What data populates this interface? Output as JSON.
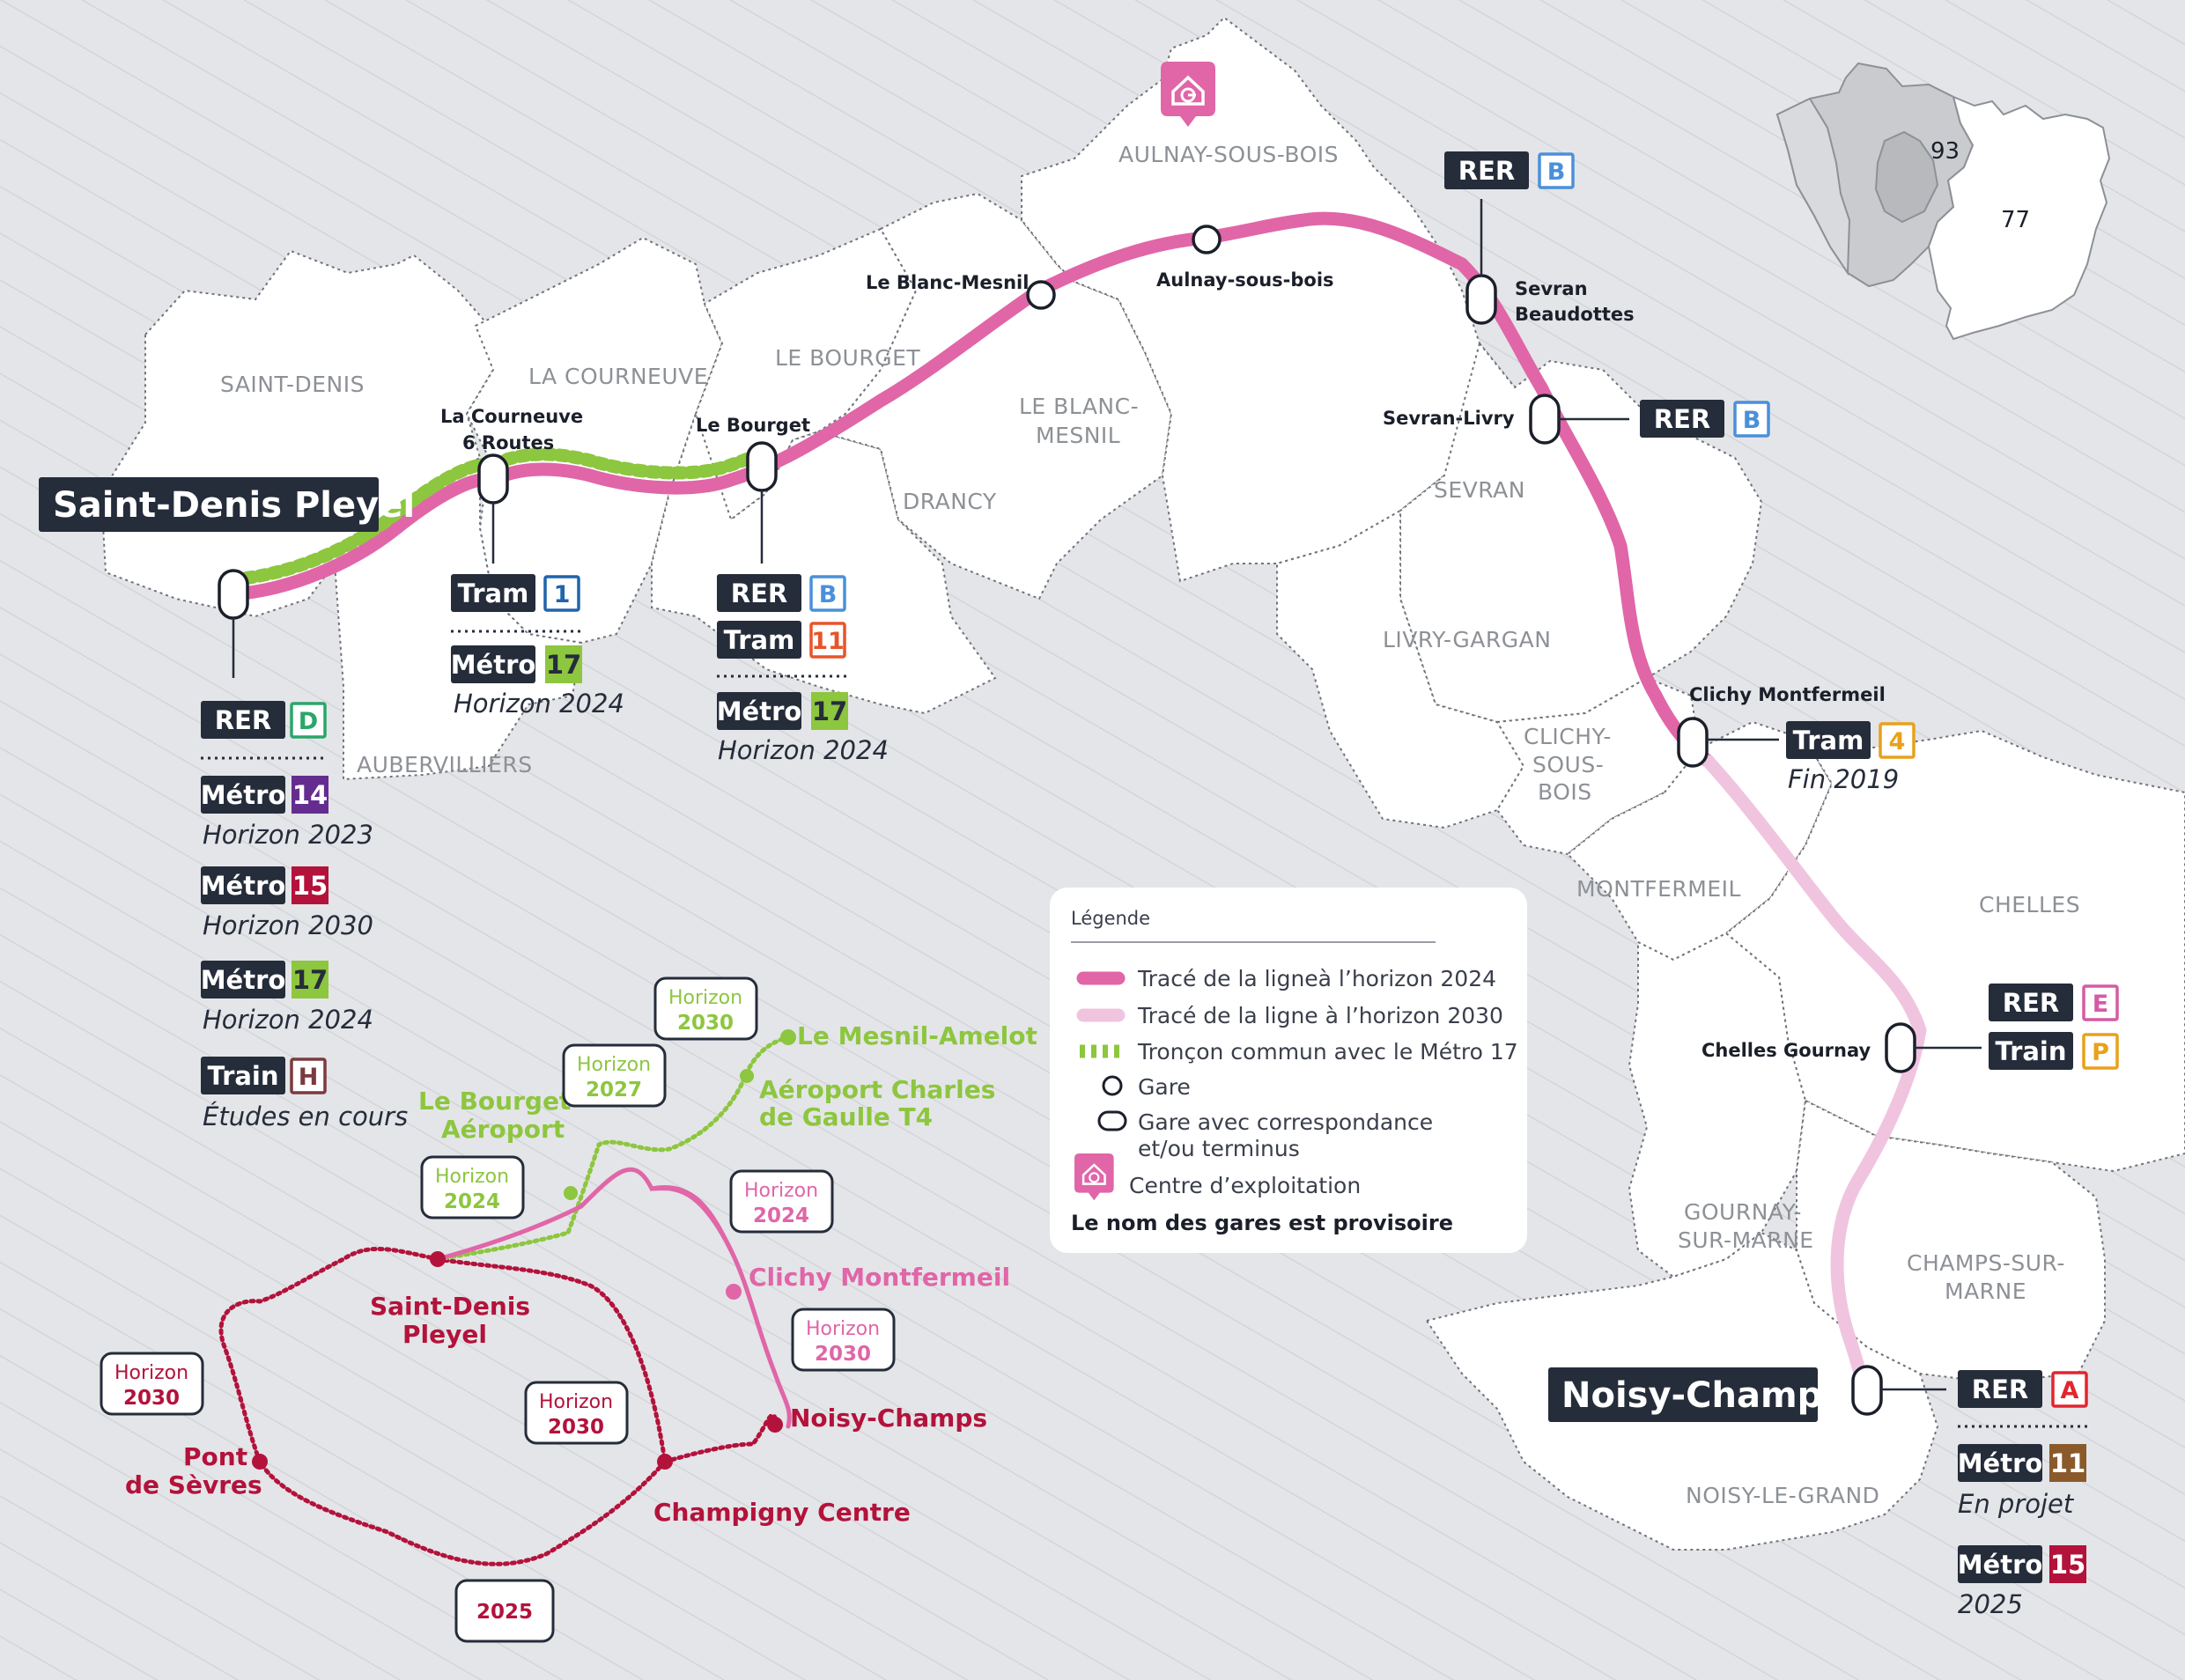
{
  "colors": {
    "line_2024": "#e066a8",
    "line_2030": "#f0c4df",
    "metro17_green": "#8dc63f",
    "rer_b_blue": "#4a90d9",
    "rer_d_green": "#2aa66a",
    "rer_a_red": "#e2252f",
    "rer_e_pink": "#d55ba3",
    "tram1_blue": "#1f64ad",
    "tram11_orange": "#e8542a",
    "tram4_yellow": "#e8a11a",
    "metro14_purple": "#652c90",
    "metro15_red": "#b3123b",
    "metro11_brown": "#8b5a2b",
    "trainH_brown": "#7b3a3e",
    "trainP_yellow": "#e8a11a",
    "dark_badge": "#252c3a",
    "background": "#e4e5e8",
    "commune_fill": "#ffffff"
  },
  "communes": [
    "SAINT-DENIS",
    "LA COURNEUVE",
    "LE BOURGET",
    "AULNAY-SOUS-BOIS",
    "LE BLANC-",
    "MESNIL",
    "DRANCY",
    "AUBERVILLIERS",
    "SEVRAN",
    "LIVRY-GARGAN",
    "CLICHY-",
    "SOUS-",
    "BOIS",
    "MONTFERMEIL",
    "CHELLES",
    "GOURNAY-",
    "SUR-MARNE",
    "CHAMPS-SUR-",
    "MARNE",
    "NOISY-LE-GRAND"
  ],
  "terminals": {
    "west": "Saint-Denis Pleyel",
    "east": "Noisy-Champs"
  },
  "stations": {
    "la_courneuve_1": "La Courneuve",
    "la_courneuve_2": "6 Routes",
    "le_bourget": "Le Bourget",
    "le_blanc_mesnil": "Le Blanc-Mesnil",
    "aulnay": "Aulnay-sous-bois",
    "sevran_beaudottes_1": "Sevran",
    "sevran_beaudottes_2": "Beaudottes",
    "sevran_livry": "Sevran-Livry",
    "clichy_montfermeil": "Clichy Montfermeil",
    "chelles_gournay": "Chelles Gournay"
  },
  "modes": {
    "rer": "RER",
    "tram": "Tram",
    "metro": "Métro",
    "train": "Train"
  },
  "line_codes": {
    "rer_b": "B",
    "rer_d": "D",
    "rer_a": "A",
    "rer_e": "E",
    "tram_1": "1",
    "tram_11": "11",
    "tram_4": "4",
    "metro_14": "14",
    "metro_15": "15",
    "metro_17": "17",
    "metro_11": "11",
    "train_h": "H",
    "train_p": "P"
  },
  "horizons": {
    "h2023": "Horizon 2023",
    "h2024": "Horizon 2024",
    "h2030": "Horizon 2030",
    "etudes": "Études en cours",
    "fin2019": "Fin 2019",
    "en_projet": "En projet",
    "y2025": "2025"
  },
  "legend": {
    "title": "Légende",
    "items": [
      "Tracé de la ligneà l’horizon 2024",
      "Tracé de la ligne à l’horizon 2030",
      "Tronçon commun avec le Métro 17",
      "Gare",
      "Gare avec correspondance",
      "et/ou terminus",
      "Centre d’exploitation"
    ],
    "note": "Le nom des gares est provisoire"
  },
  "inset_departments": [
    "93",
    "77"
  ],
  "network_inset": {
    "horizon_word": "Horizon",
    "badges": [
      "2030",
      "2027",
      "2024",
      "2024",
      "2030",
      "2030",
      "2030",
      "2025"
    ],
    "labels": {
      "le_mesnil_amelot": "Le Mesnil-Amelot",
      "aeroport_cdg_1": "Aéroport Charles",
      "aeroport_cdg_2": "de Gaulle T4",
      "le_bourget_aeroport_1": "Le Bourget",
      "le_bourget_aeroport_2": "Aéroport",
      "clichy_montfermeil": "Clichy Montfermeil",
      "saint_denis_pleyel_1": "Saint-Denis",
      "saint_denis_pleyel_2": "Pleyel",
      "noisy_champs": "Noisy-Champs",
      "pont_de_sevres_1": "Pont",
      "pont_de_sevres_2": "de Sèvres",
      "champigny_centre": "Champigny Centre"
    }
  }
}
